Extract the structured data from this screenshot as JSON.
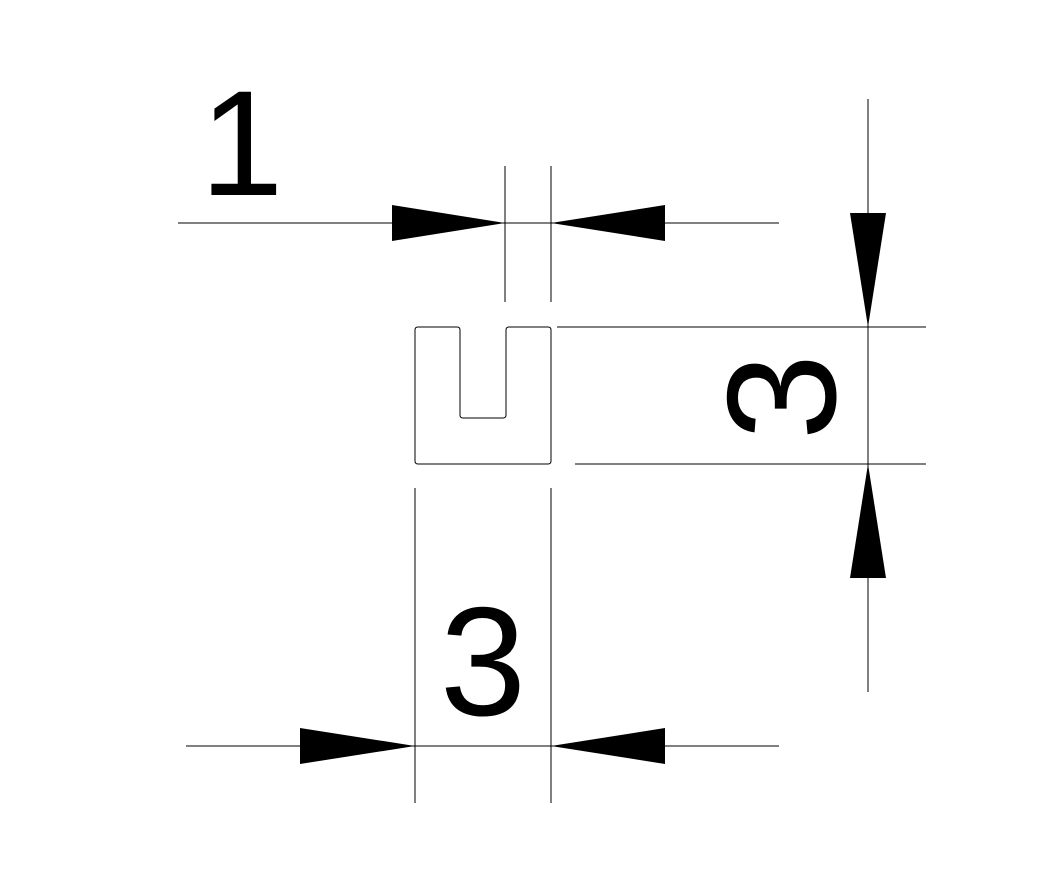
{
  "dimensions": {
    "slot_width": "1",
    "overall_width": "3",
    "overall_height": "3"
  },
  "colors": {
    "line": "#000000",
    "background": "#ffffff"
  }
}
